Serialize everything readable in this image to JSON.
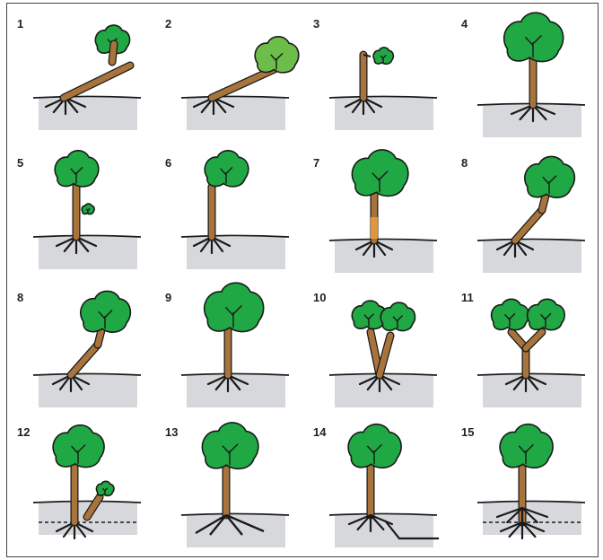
{
  "colors": {
    "foliage": "#1fa843",
    "foliage_light": "#6dbd4a",
    "trunk": "#a8743c",
    "trunk_damaged": "#e89a3c",
    "soil": "#d6d8dc",
    "outline": "#1a1a1a"
  },
  "panels": [
    {
      "label": "1",
      "variant": "leaning-fallen"
    },
    {
      "label": "2",
      "variant": "leaning-fallen-light"
    },
    {
      "label": "3",
      "variant": "broken-trunk"
    },
    {
      "label": "4",
      "variant": "tall-upright"
    },
    {
      "label": "5",
      "variant": "upright-side-shoot"
    },
    {
      "label": "6",
      "variant": "upright-crown-right"
    },
    {
      "label": "7",
      "variant": "upright-damaged-trunk"
    },
    {
      "label": "8",
      "variant": "leaning-right"
    },
    {
      "label": "8",
      "variant": "leaning-right"
    },
    {
      "label": "9",
      "variant": "upright-crown-wide"
    },
    {
      "label": "10",
      "variant": "double-crown-split"
    },
    {
      "label": "11",
      "variant": "double-crown-fork"
    },
    {
      "label": "12",
      "variant": "upright-with-sapling"
    },
    {
      "label": "13",
      "variant": "spreading-roots"
    },
    {
      "label": "14",
      "variant": "roots-step-ground"
    },
    {
      "label": "15",
      "variant": "raised-ground"
    }
  ]
}
